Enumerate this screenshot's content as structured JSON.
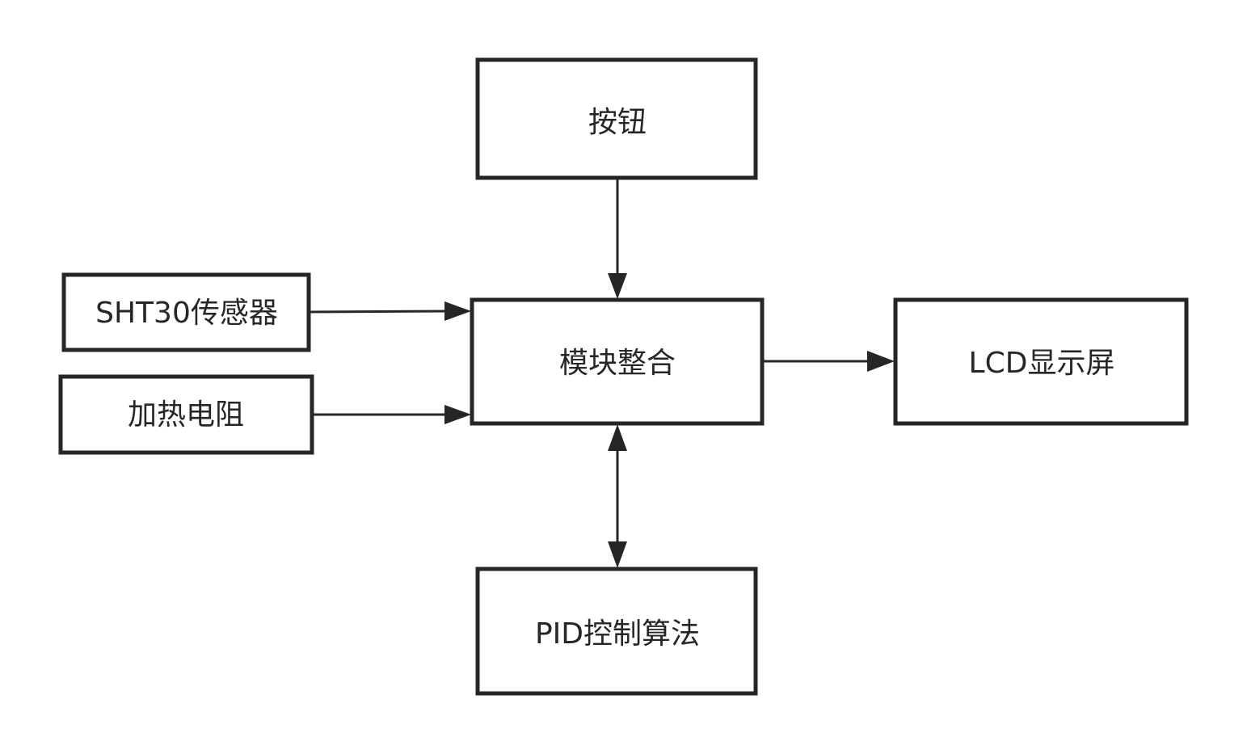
{
  "diagram": {
    "nodes": [
      {
        "id": "button",
        "label": "按钮"
      },
      {
        "id": "sht30",
        "label": "SHT30传感器"
      },
      {
        "id": "heater",
        "label": "加热电阻"
      },
      {
        "id": "module",
        "label": "模块整合"
      },
      {
        "id": "lcd",
        "label": "LCD显示屏"
      },
      {
        "id": "pid",
        "label": "PID控制算法"
      }
    ],
    "edges": [
      {
        "from": "button",
        "to": "module",
        "direction": "forward"
      },
      {
        "from": "sht30",
        "to": "module",
        "direction": "forward"
      },
      {
        "from": "heater",
        "to": "module",
        "direction": "forward"
      },
      {
        "from": "module",
        "to": "lcd",
        "direction": "forward"
      },
      {
        "from": "module",
        "to": "pid",
        "direction": "bidirectional"
      }
    ],
    "colors": {
      "stroke": "#262626",
      "text": "#262626",
      "background": "#ffffff"
    }
  }
}
